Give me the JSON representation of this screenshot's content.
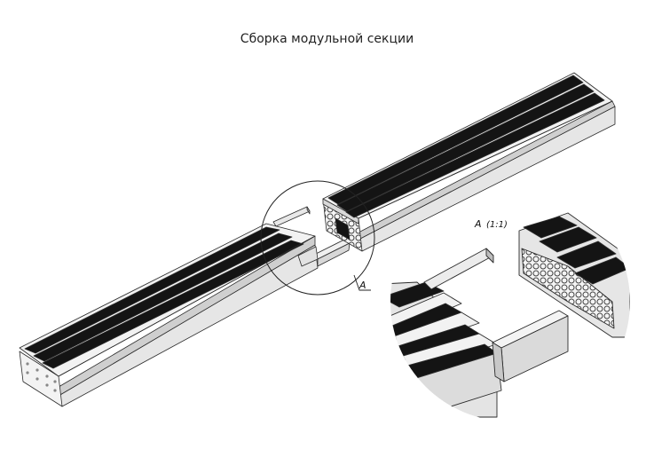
{
  "title": "Сборка модульной секции",
  "callout": {
    "letter": "A"
  },
  "detail": {
    "label": "A",
    "scale": "(1:1)"
  },
  "colors": {
    "background": "#ffffff",
    "profile": "#f2f2f2",
    "groove": "#141414",
    "outline": "#2b2b2b"
  }
}
